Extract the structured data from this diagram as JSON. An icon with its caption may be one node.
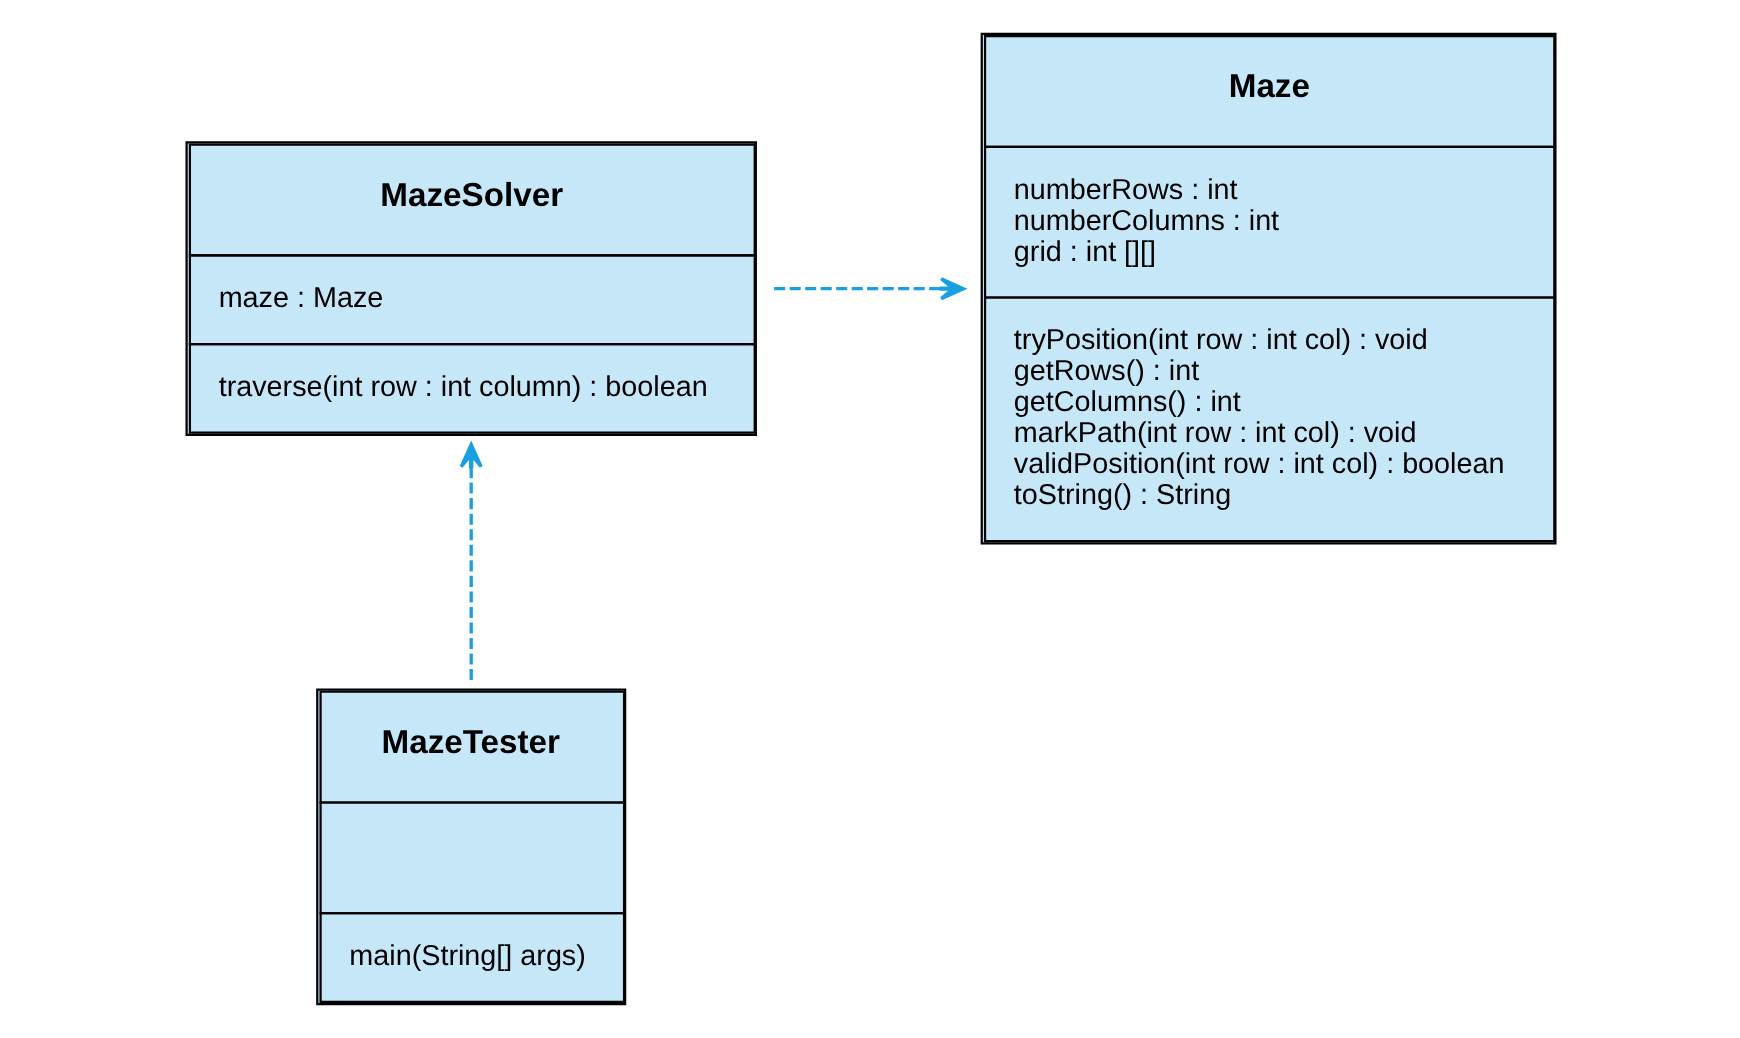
{
  "diagram": {
    "nodes": [
      {
        "text": [
          "MazeSolver",
          "maze : Maze",
          "traverse(int row : int column) : boolean"
        ]
      },
      {
        "text": [
          "Maze",
          "numberRows : int",
          "numberColumns : int",
          "grid : int [][]",
          "tryPosition(int row : int col) : void",
          "getRows() : int",
          "getColumns() : int",
          "markPath(int row : int col) : void",
          "validPosition(int row : int col) : boolean",
          "toString() : String"
        ]
      },
      {
        "text": [
          "MazeTester",
          "main(String[] args)"
        ]
      }
    ],
    "edges": [
      {
        "from": 0,
        "to": 1,
        "arrow": "to",
        "style": "dashed"
      },
      {
        "from": 2,
        "to": 0,
        "arrow": "to",
        "style": "dashed"
      }
    ]
  }
}
